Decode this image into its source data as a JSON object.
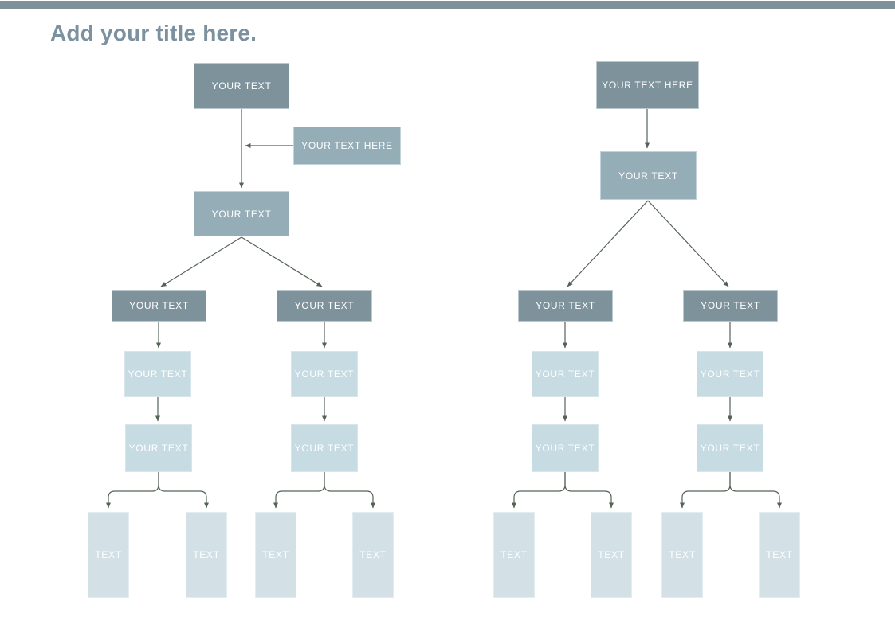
{
  "page": {
    "title": "Add your title here."
  },
  "theme": {
    "top_bar_color": "#7E929B",
    "title_color": "#7C919F",
    "dark_box_color": "#7E929C",
    "medium_box_color": "#95ADB7",
    "light_box_color": "#C6DBE2",
    "leaf_box_color": "#D3E1E7",
    "box_text_color": "#FFFFFF",
    "connector_color": "#546356"
  },
  "left_tree": {
    "level1": {
      "label": "YOUR TEXT"
    },
    "callout": {
      "label": "YOUR TEXT HERE"
    },
    "level2": {
      "label": "YOUR TEXT"
    },
    "level3": [
      {
        "label": "YOUR TEXT"
      },
      {
        "label": "YOUR TEXT"
      }
    ],
    "level4": [
      {
        "label": "YOUR TEXT"
      },
      {
        "label": "YOUR TEXT"
      }
    ],
    "level5": [
      {
        "label": "YOUR TEXT"
      },
      {
        "label": "YOUR TEXT"
      }
    ],
    "leaves": [
      {
        "label": "TEXT"
      },
      {
        "label": "TEXT"
      },
      {
        "label": "TEXT"
      },
      {
        "label": "TEXT"
      }
    ]
  },
  "right_tree": {
    "level1": {
      "label": "YOUR TEXT HERE"
    },
    "level2": {
      "label": "YOUR TEXT"
    },
    "level3": [
      {
        "label": "YOUR TEXT"
      },
      {
        "label": "YOUR TEXT"
      }
    ],
    "level4": [
      {
        "label": "YOUR TEXT"
      },
      {
        "label": "YOUR TEXT"
      }
    ],
    "level5": [
      {
        "label": "YOUR TEXT"
      },
      {
        "label": "YOUR TEXT"
      }
    ],
    "leaves": [
      {
        "label": "TEXT"
      },
      {
        "label": "TEXT"
      },
      {
        "label": "TEXT"
      },
      {
        "label": "TEXT"
      }
    ]
  }
}
